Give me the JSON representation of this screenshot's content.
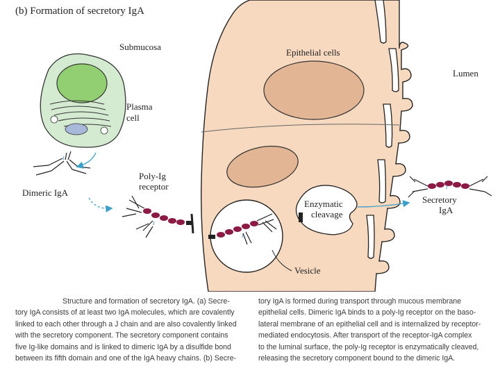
{
  "figure": {
    "title": "(b)   Formation of secretory IgA",
    "labels": {
      "submucosa": "Submucosa",
      "epithelial_cells": "Epithelial cells",
      "lumen": "Lumen",
      "plasma_cell": [
        "Plasma",
        "cell"
      ],
      "dimeric_iga": "Dimeric IgA",
      "poly_ig_receptor": [
        "Poly-Ig",
        "receptor"
      ],
      "enzymatic_cleavage": [
        "Enzymatic",
        "cleavage"
      ],
      "secretory_iga": [
        "Secretory",
        "IgA"
      ],
      "vesicle": "Vesicle"
    },
    "colors": {
      "cell_fill": "#f7d9bf",
      "nucleus_fill": "#e2b594",
      "plasma_cell_fill": "#d4ebd2",
      "plasma_nucleus_fill": "#92cf72",
      "receptor": "#8b1a45",
      "arrow": "#3aa0c8"
    }
  },
  "caption": {
    "left_lines": [
      "Structure and formation of secretory IgA. (a) Secre-",
      "tory IgA consists of at least two IgA molecules, which are covalently",
      "linked to each other through a J chain and are also covalently linked",
      "with the secretory component. The secretory component contains",
      "five Ig-like domains and is linked to dimeric IgA by a disulfide bond",
      "between its fifth domain and one of the IgA heavy chains. (b) Secre-"
    ],
    "right_lines": [
      "tory IgA is formed during transport through mucous membrane",
      "epithelial cells. Dimeric IgA binds to a poly-Ig receptor on the baso-",
      "lateral membrane of an epithelial cell and is internalized by receptor-",
      "mediated endocytosis. After transport of the receptor-IgA complex",
      "to the luminal surface, the poly-Ig receptor is enzymatically cleaved,",
      "releasing the secretory component bound to the dimeric IgA."
    ]
  }
}
